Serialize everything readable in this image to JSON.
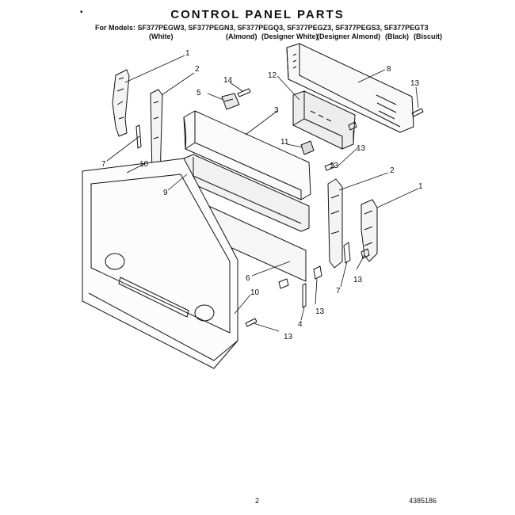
{
  "header": {
    "corner_mark": "▪",
    "title": "CONTROL PANEL PARTS",
    "models_line": "For Models: SF377PEGW3, SF377PEGN3, SF377PEGQ3, SF377PEGZ3, SF377PEGS3, SF377PEGT3",
    "colors": [
      "(White)",
      "(Almond)",
      "(Designer White)",
      "(Designer Almond)",
      "(Black)",
      "(Biscuit)"
    ]
  },
  "callouts": [
    "1",
    "2",
    "14",
    "5",
    "12",
    "8",
    "13",
    "3",
    "11",
    "13",
    "13",
    "7",
    "10",
    "9",
    "2",
    "1",
    "6",
    "7",
    "13",
    "10",
    "13",
    "4",
    "13"
  ],
  "footer": {
    "page_number": "2",
    "document_number": "4385186"
  }
}
